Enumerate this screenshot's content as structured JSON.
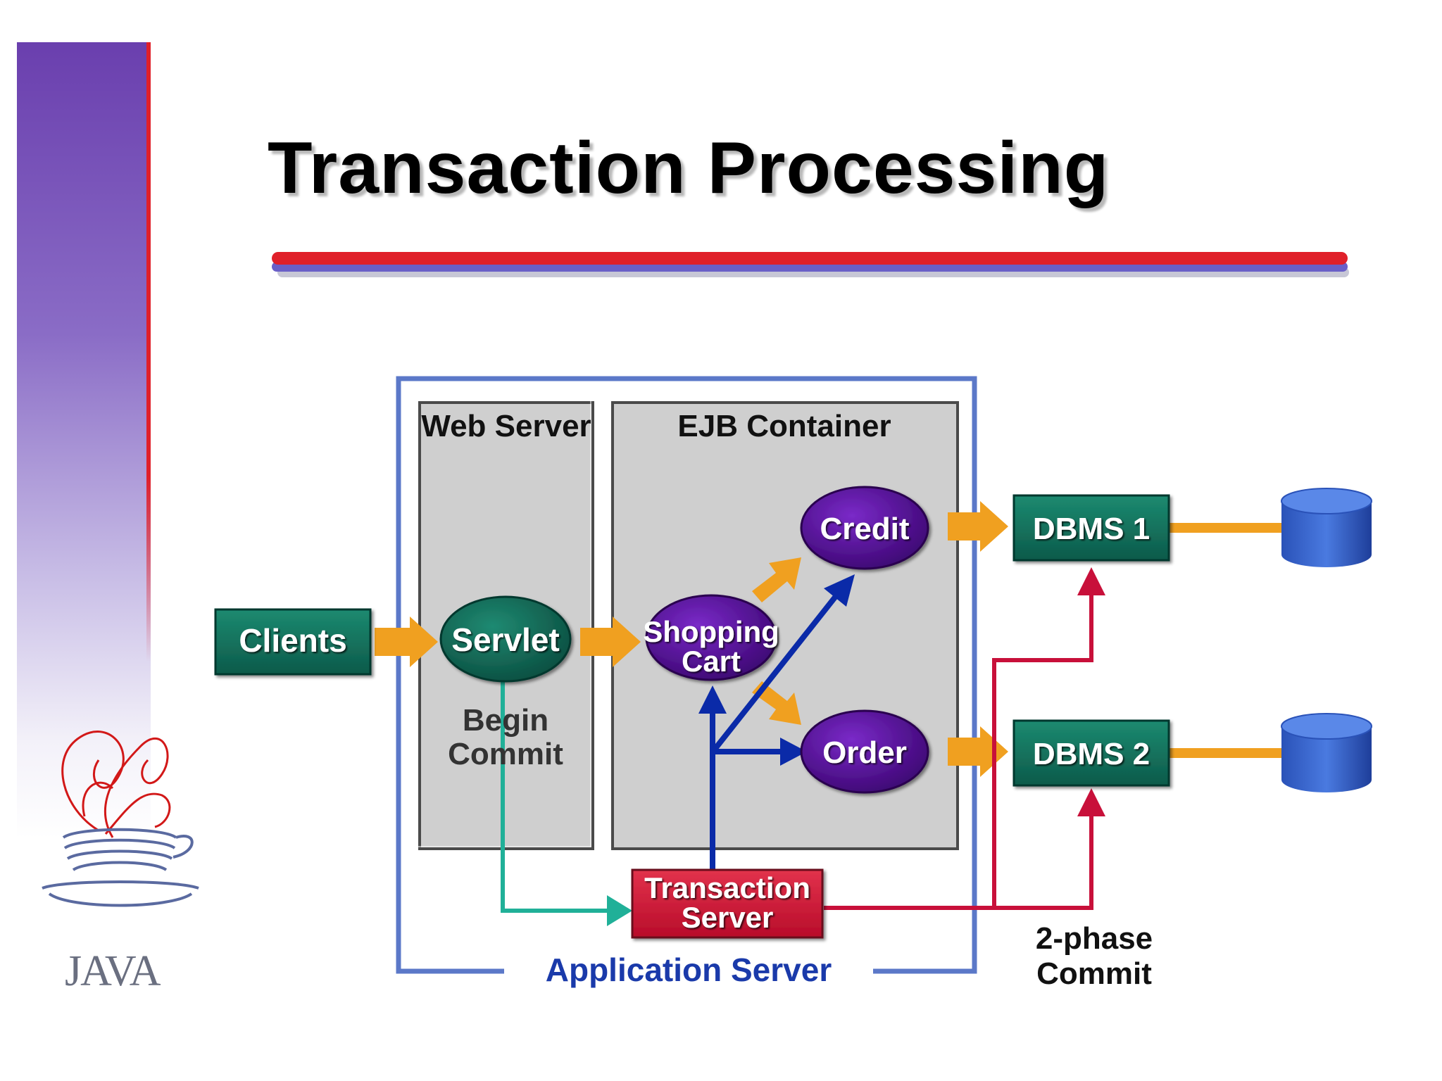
{
  "title": "Transaction Processing",
  "diagram": {
    "web_server_label": "Web Server",
    "ejb_container_label": "EJB Container",
    "app_server_label": "Application Server",
    "clients": "Clients",
    "servlet": "Servlet",
    "begin_commit": [
      "Begin",
      "Commit"
    ],
    "shopping_cart": [
      "Shopping",
      "Cart"
    ],
    "credit": "Credit",
    "order": "Order",
    "transaction_server": [
      "Transaction",
      "Server"
    ],
    "dbms1": "DBMS 1",
    "dbms2": "DBMS 2",
    "two_phase_commit": [
      "2-phase",
      "Commit"
    ]
  },
  "logo": {
    "text": "JAVA"
  },
  "colors": {
    "accent_red": "#e0202a",
    "accent_purple": "#6a3fae",
    "teal_box": "#0f6e5c",
    "purple_node": "#4e0a8a",
    "orange_arrow": "#f0a020",
    "blue_arrow": "#0a2aa8",
    "crimson_arrow": "#c8103a",
    "teal_line": "#20b098",
    "panel_gray": "#cfcfcf",
    "app_server_border": "#5b78c8",
    "db_blue": "#3a64d0"
  }
}
